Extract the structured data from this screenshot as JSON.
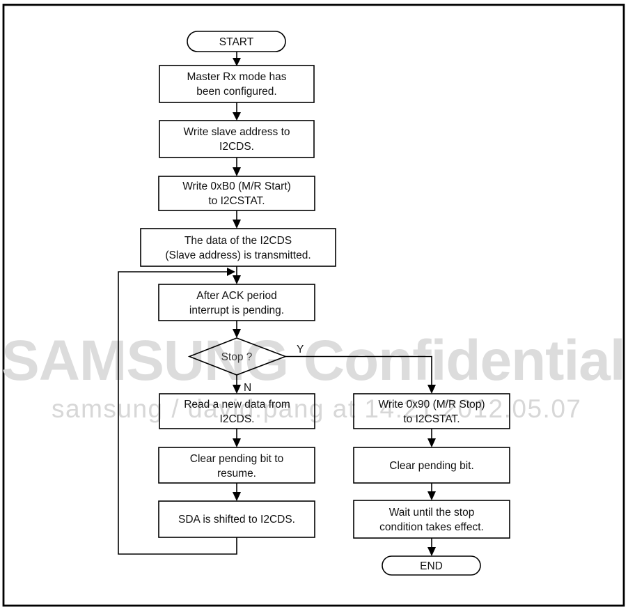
{
  "page": {
    "background_color": "#ffffff",
    "border_color": "#000000"
  },
  "watermark": {
    "title": "SAMSUNG Confidential",
    "subtitle": "samsung / david.pang at 14:21,2012.05.07",
    "title_color": "#dcdcdc",
    "subtitle_color": "#d7d7d7"
  },
  "flowchart": {
    "start": {
      "label": "START"
    },
    "end": {
      "label": "END"
    },
    "boxes": {
      "configured": {
        "line1": "Master Rx mode has",
        "line2": "been configured."
      },
      "write_slave": {
        "line1": "Write slave address to",
        "line2": "I2CDS."
      },
      "write_b0": {
        "line1": "Write 0xB0 (M/R Start)",
        "line2": "to I2CSTAT."
      },
      "transmit": {
        "line1": "The data of the I2CDS",
        "line2": "(Slave address) is transmitted."
      },
      "ack": {
        "line1": "After ACK period",
        "line2": "interrupt is pending."
      },
      "read": {
        "line1": "Read a new data from",
        "line2": "I2CDS."
      },
      "clear_resume": {
        "line1": "Clear pending bit to",
        "line2": "resume."
      },
      "sda": {
        "line1": "SDA is shifted to I2CDS."
      },
      "write_90": {
        "line1": "Write 0x90 (M/R Stop)",
        "line2": "to I2CSTAT."
      },
      "clear": {
        "line1": "Clear pending bit."
      },
      "wait": {
        "line1": "Wait until the stop",
        "line2": "condition takes effect."
      }
    },
    "decision": {
      "label": "Stop ?",
      "yes": "Y",
      "no": "N"
    }
  }
}
